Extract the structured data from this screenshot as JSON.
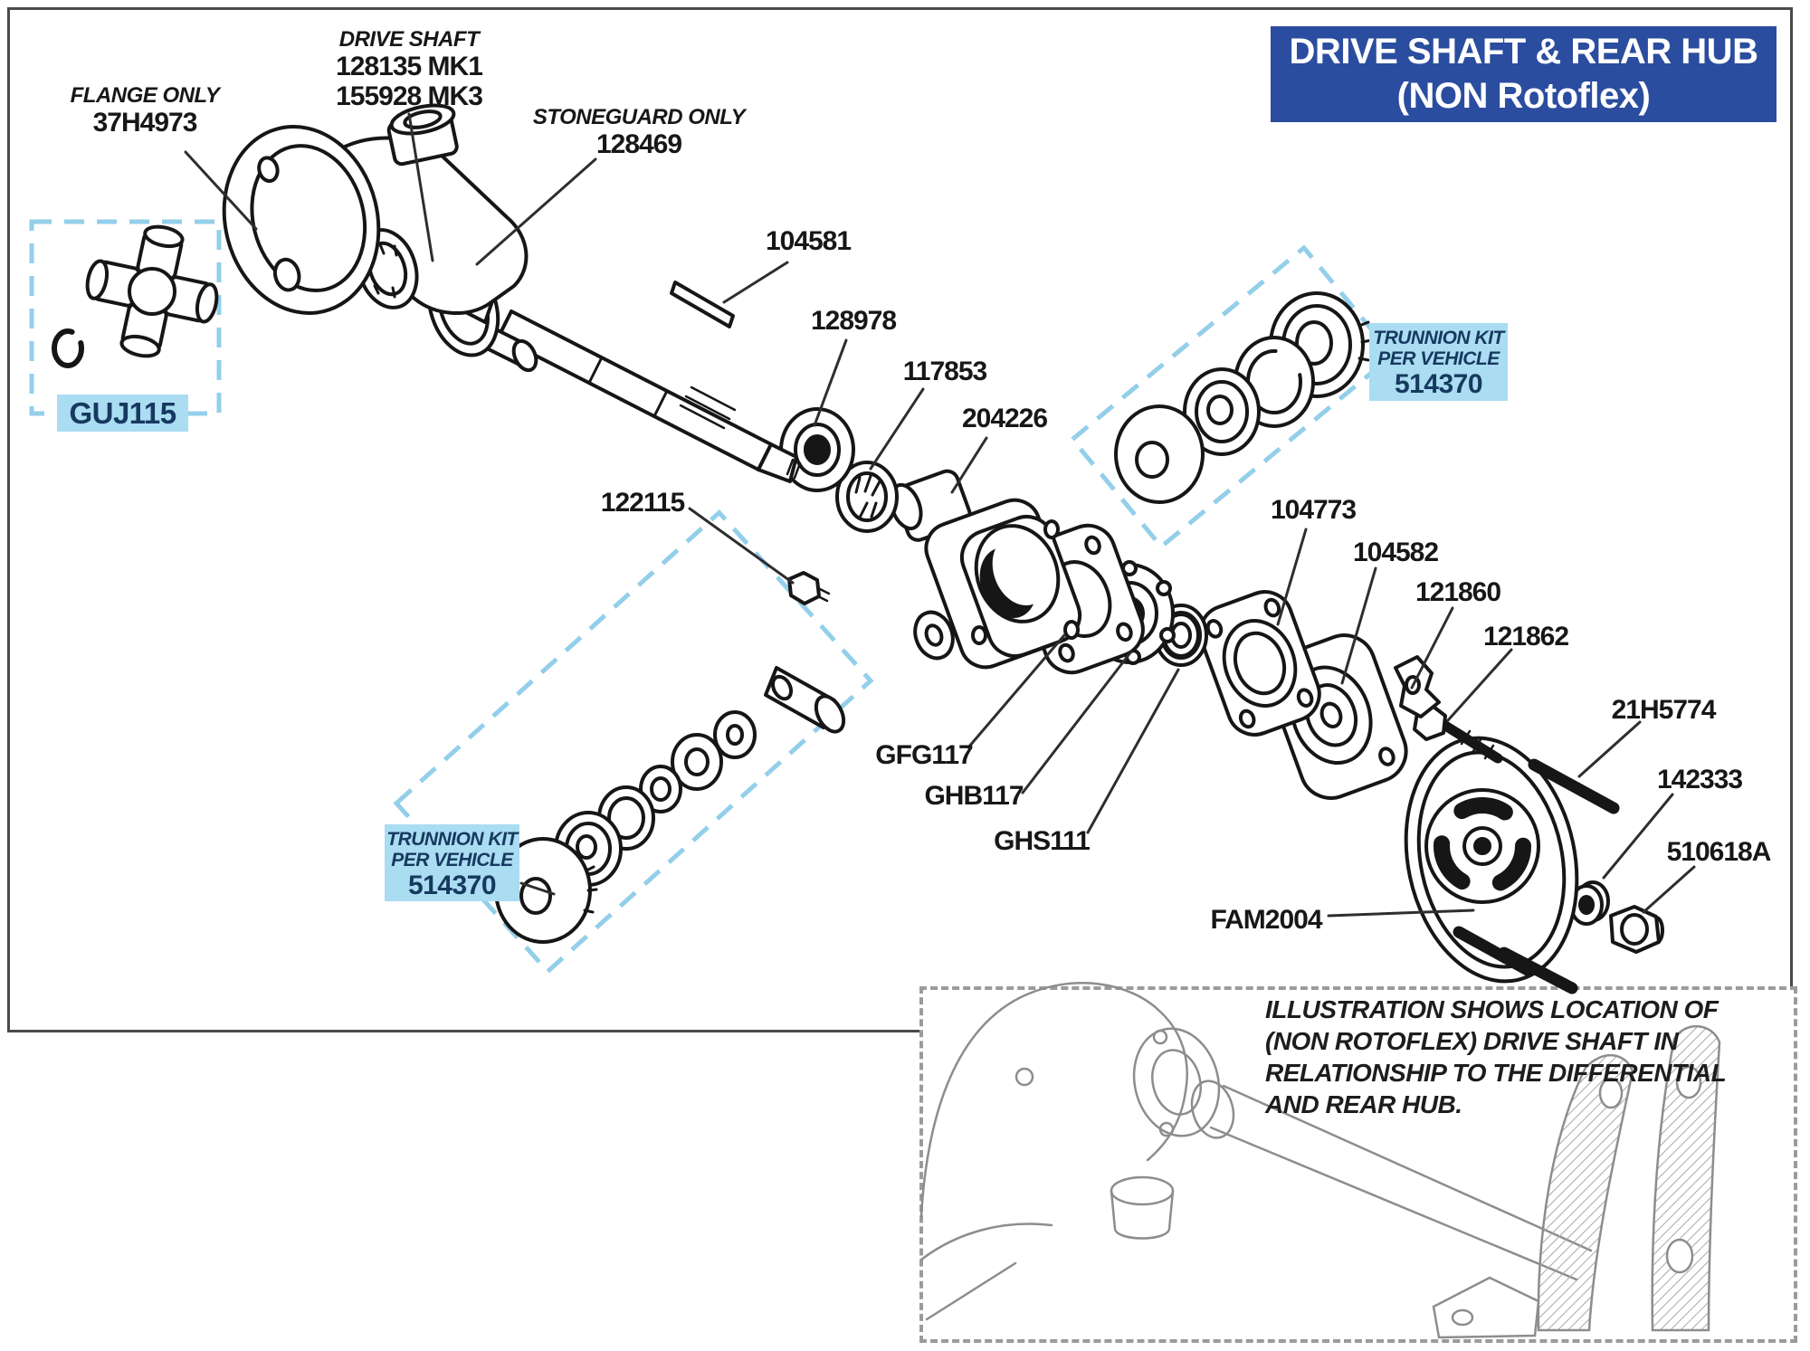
{
  "title": {
    "line1": "DRIVE SHAFT & REAR HUB",
    "line2": "(NON Rotoflex)"
  },
  "colors": {
    "title_bg": "#2b4d9f",
    "highlight_blue": "#aadcf2",
    "dashed_blue": "#93cfea",
    "navy_text": "#16395f",
    "line_art": "#161616",
    "inset_art": "#8d8d8d"
  },
  "part_labels": [
    {
      "id": "flange",
      "caption": "FLANGE ONLY",
      "number": "37H4973"
    },
    {
      "id": "drive-shaft",
      "caption": "DRIVE SHAFT",
      "number": "128135 MK1",
      "number2": "155928 MK3"
    },
    {
      "id": "stoneguard",
      "caption": "STONEGUARD ONLY",
      "number": "128469"
    },
    {
      "id": "p104581",
      "number": "104581"
    },
    {
      "id": "p128978",
      "number": "128978"
    },
    {
      "id": "p117853",
      "number": "117853"
    },
    {
      "id": "p204226",
      "number": "204226"
    },
    {
      "id": "p122115",
      "number": "122115"
    },
    {
      "id": "p104773",
      "number": "104773"
    },
    {
      "id": "p104582",
      "number": "104582"
    },
    {
      "id": "p121860",
      "number": "121860"
    },
    {
      "id": "p121862",
      "number": "121862"
    },
    {
      "id": "p21H5774",
      "number": "21H5774"
    },
    {
      "id": "p142333",
      "number": "142333"
    },
    {
      "id": "p510618A",
      "number": "510618A"
    },
    {
      "id": "pGFG117",
      "number": "GFG117"
    },
    {
      "id": "pGHB117",
      "number": "GHB117"
    },
    {
      "id": "pGHS111",
      "number": "GHS111"
    },
    {
      "id": "pFAM2004",
      "number": "FAM2004"
    }
  ],
  "kits": {
    "guj": {
      "part": "GUJ115"
    },
    "trunnion_top": {
      "line1": "TRUNNION KIT",
      "line2": "PER VEHICLE",
      "part": "514370"
    },
    "trunnion_bottom": {
      "line1": "TRUNNION KIT",
      "line2": "PER VEHICLE",
      "part": "514370"
    }
  },
  "inset": {
    "caption": "ILLUSTRATION SHOWS LOCATION OF (NON ROTOFLEX) DRIVE SHAFT IN RELATIONSHIP TO THE DIFFERENTIAL AND REAR HUB."
  }
}
